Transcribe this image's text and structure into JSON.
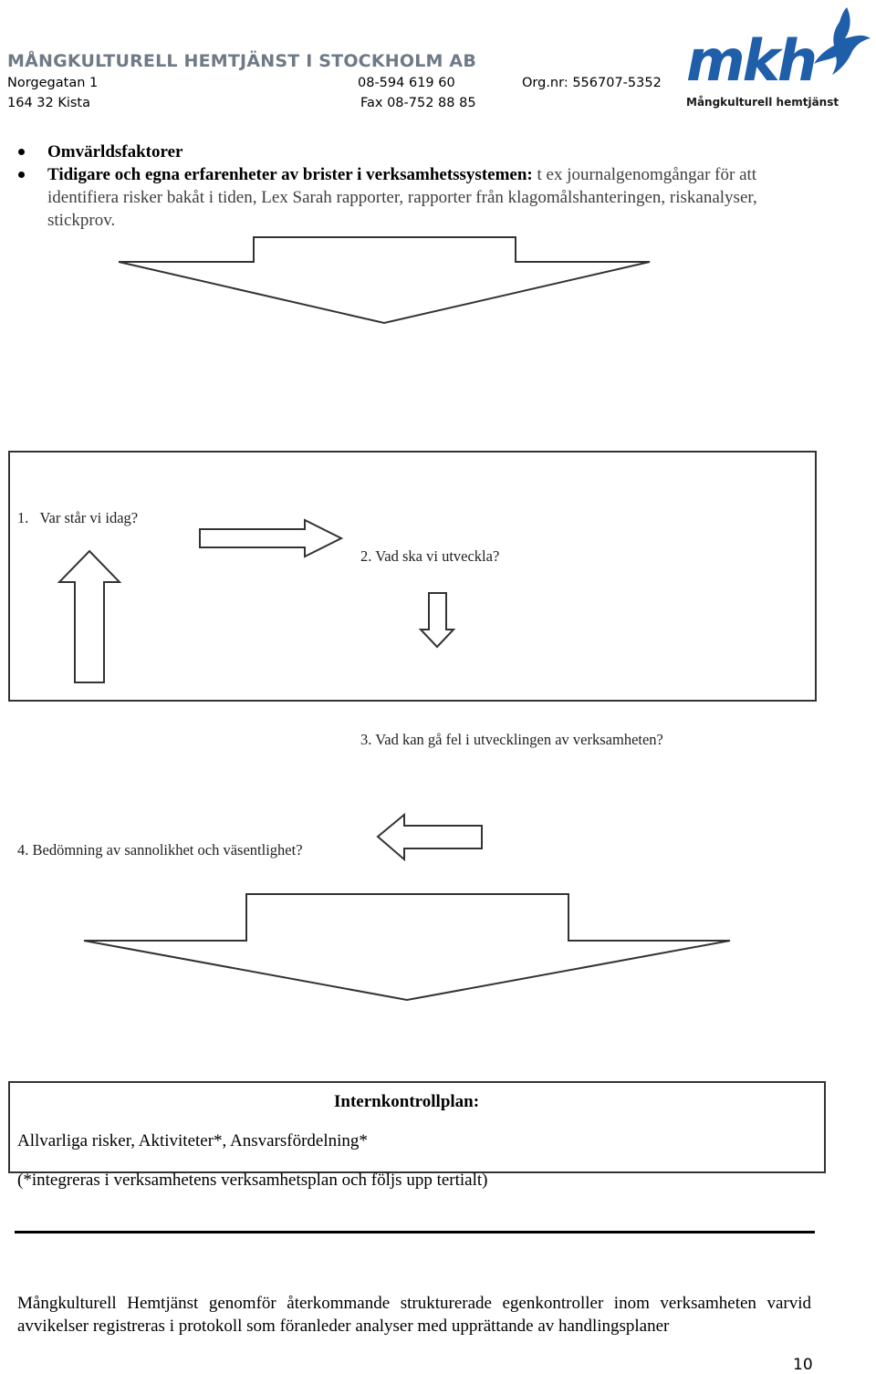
{
  "header": {
    "company": "MÅNGKULTURELL HEMTJÄNST I STOCKHOLM AB",
    "street": "Norgegatan 1",
    "postal": "164 32 Kista",
    "phone": "08-594 619 60",
    "fax": "Fax 08-752 88 85",
    "orgnr": "Org.nr: 556707-5352",
    "logo": {
      "mark": "mkh",
      "tagline": "Mångkulturell hemtjänst",
      "icon": "dove-icon",
      "color": "#1f5ea8"
    }
  },
  "bullets": [
    {
      "bold": "Omvärldsfaktorer",
      "rest": ""
    },
    {
      "bold": "Tidigare och egna erfarenheter av brister i verksamhetssystemen:",
      "rest": " t ex journalgenomgångar för att identifiera risker bakåt i tiden, Lex Sarah rapporter, rapporter från klagomålshanteringen, riskanalyser, stickprov."
    }
  ],
  "cycle": {
    "step1": "1.   Var står vi idag?",
    "step2": "2. Vad ska vi utveckla?",
    "step3": "3. Vad kan gå fel i utvecklingen av verksamheten?",
    "step4": "4. Bedömning av sannolikhet och väsentlighet?"
  },
  "plan": {
    "title": "Internkontrollplan:",
    "line1": "Allvarliga risker, Aktiviteter*, Ansvarsfördelning*",
    "line2": "(*integreras i verksamhetens verksamhetsplan och följs upp tertialt)"
  },
  "footer_text": "Mångkulturell Hemtjänst genomför återkommande strukturerade egenkontroller inom verksamheten varvid avvikelser registreras i protokoll som föranleder analyser med upprättande av handlingsplaner",
  "page_number": "10"
}
